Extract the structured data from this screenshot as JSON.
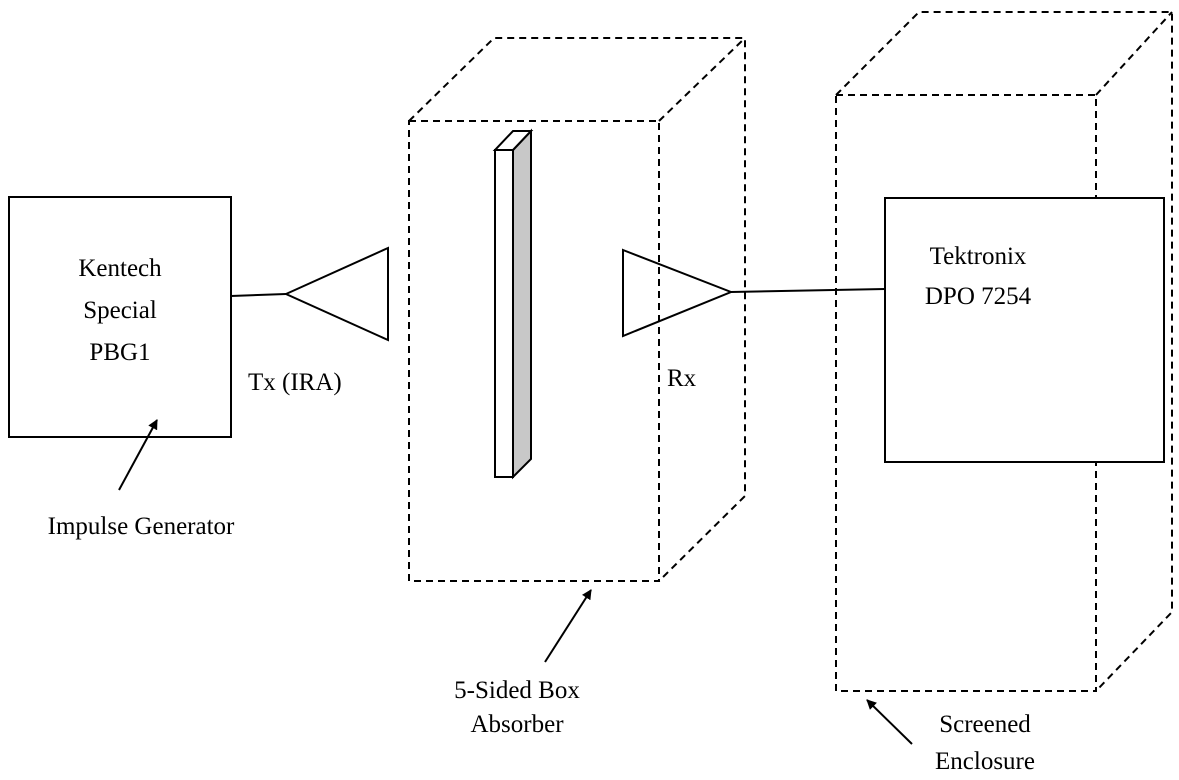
{
  "generator": {
    "lines": [
      "Kentech",
      "Special",
      "PBG1"
    ],
    "caption": "Impulse Generator"
  },
  "tx_label": "Tx (IRA)",
  "rx_label": "Rx",
  "absorber": {
    "lines": [
      "5-Sided Box",
      "Absorber"
    ]
  },
  "scope": {
    "lines": [
      "Tektronix",
      "DPO 7254"
    ]
  },
  "enclosure": {
    "lines": [
      "Screened",
      "Enclosure"
    ]
  },
  "colors": {
    "line": "#000000",
    "panel_fill": "#c8c8c8",
    "background": "#ffffff"
  }
}
